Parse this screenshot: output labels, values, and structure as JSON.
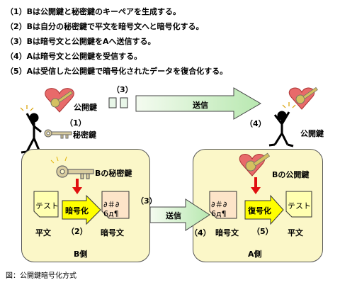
{
  "steps": [
    "（1）Bは公開鍵と秘密鍵のキーペアを生成する。",
    "（2）Bは自分の秘密鍵で平文を暗号文へと暗号化する。",
    "（3）Bは暗号文と公開鍵をAへ送信する。",
    "（4）Aは暗号文と公開鍵を受信する。",
    "（5）Aは受信した公開鍵で暗号化されたデータを復合化する。"
  ],
  "top": {
    "public_key": "公開鍵",
    "step1": "（1）",
    "secret_key": "秘密鍵",
    "step3": "（3）",
    "send": "送信",
    "step4": "（4）",
    "public_key_a": "公開鍵"
  },
  "b_side": {
    "secret_key_label": "Bの秘密鍵",
    "plain_doc": "テスト",
    "encrypt": "暗号化",
    "cipher_doc": "∂＃∂ 6д¶",
    "plain_label": "平文",
    "step2": "（2）",
    "cipher_label": "暗号文",
    "side_label": "B側"
  },
  "middle": {
    "step3": "（3）",
    "send": "送信",
    "step4": "（4）"
  },
  "a_side": {
    "public_key_label": "Bの公開鍵",
    "cipher_doc": "∂＃∂ 6д¶",
    "decrypt": "復号化",
    "plain_doc": "テスト",
    "cipher_label": "暗号文",
    "step5": "（5）",
    "plain_label": "平文",
    "side_label": "A側"
  },
  "caption": "図：公開鍵暗号化方式",
  "colors": {
    "panel": "#fbf7c8",
    "arrow": "#c8efc0",
    "red_arrow": "#e01010",
    "badge": "#ffff00",
    "key": "#d4c060",
    "heart": "#e06060"
  }
}
